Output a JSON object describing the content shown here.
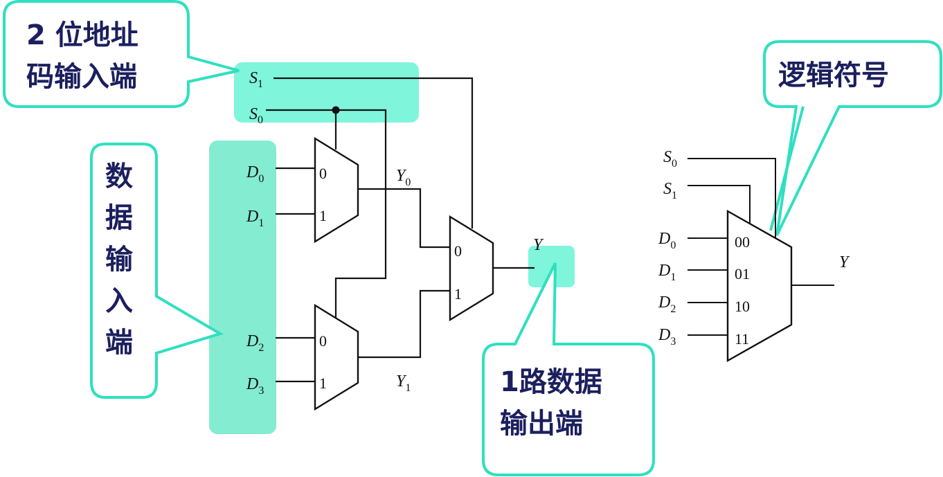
{
  "callouts": {
    "address_input": [
      "2 位地址",
      "码输入端"
    ],
    "data_input": [
      "数",
      "据",
      "输",
      "入",
      "端"
    ],
    "data_output": [
      "1路数据",
      "输出端"
    ],
    "logic_symbol": "逻辑符号"
  },
  "circuit": {
    "select_lines": [
      {
        "name": "S",
        "sub": "1"
      },
      {
        "name": "S",
        "sub": "0"
      }
    ],
    "data_lines": [
      {
        "name": "D",
        "sub": "0"
      },
      {
        "name": "D",
        "sub": "1"
      },
      {
        "name": "D",
        "sub": "2"
      },
      {
        "name": "D",
        "sub": "3"
      }
    ],
    "mux_upper_inputs": [
      "0",
      "1"
    ],
    "mux_lower_inputs": [
      "0",
      "1"
    ],
    "mux_final_inputs": [
      "0",
      "1"
    ],
    "intermediate_outputs": [
      {
        "name": "Y",
        "sub": "0"
      },
      {
        "name": "Y",
        "sub": "1"
      }
    ],
    "output": "Y"
  },
  "symbol": {
    "select_lines": [
      {
        "name": "S",
        "sub": "0"
      },
      {
        "name": "S",
        "sub": "1"
      }
    ],
    "data_lines": [
      {
        "name": "D",
        "sub": "0"
      },
      {
        "name": "D",
        "sub": "1"
      },
      {
        "name": "D",
        "sub": "2"
      },
      {
        "name": "D",
        "sub": "3"
      }
    ],
    "input_codes": [
      "00",
      "01",
      "10",
      "11"
    ],
    "output": "Y"
  },
  "colors": {
    "highlight": "#5ff2d2",
    "callout_border": "#2ee0c0",
    "callout_text": "#1b1f5e"
  }
}
